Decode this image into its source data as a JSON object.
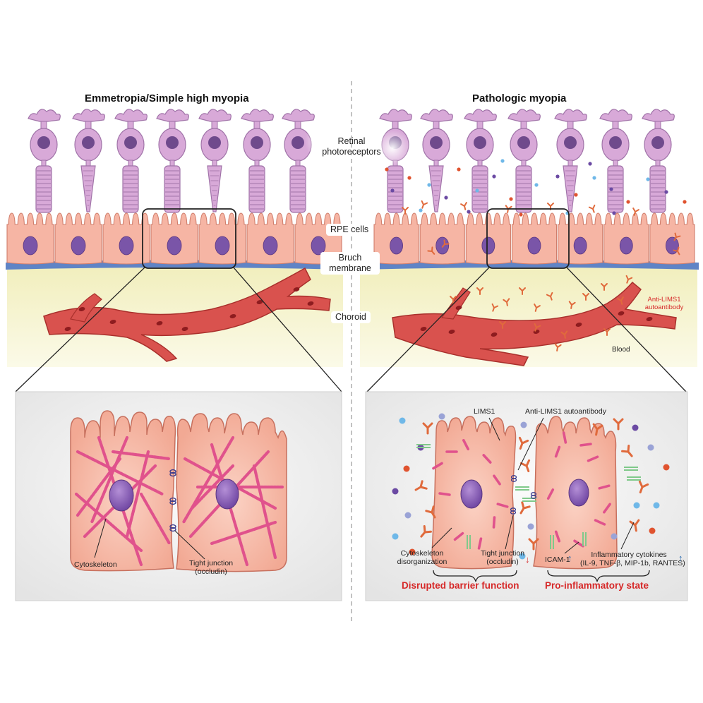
{
  "left_panel": {
    "title": "Emmetropia/Simple high myopia",
    "detail": {
      "cytoskeleton_label": "Cytoskeleton",
      "tight_junction_label": "Tight junction",
      "tight_junction_sub": "(occludin)"
    }
  },
  "right_panel": {
    "title": "Pathologic myopia",
    "anti_lims1_label": "Anti-LIMS1",
    "anti_lims1_sub": "autoantibody",
    "blood_label": "Blood",
    "detail": {
      "lims1_label": "LIMS1",
      "anti_lims1_autoantibody_label": "Anti-LIMS1 autoantibody",
      "cytoskeleton_label": "Cytoskeleton",
      "cytoskeleton_sub": "disorganization",
      "tight_junction_label": "Tight junction",
      "tight_junction_sub": "(occludin)",
      "icam_label": "ICAM-1",
      "cytokines_label": "Inflammatory cytokines",
      "cytokines_sub": "(IL-9, TNF-β, MIP-1b, RANTES)",
      "down_arrow": "↓",
      "up_arrow": "↑",
      "outcome_barrier": "Disrupted barrier function",
      "outcome_inflammatory": "Pro-inflammatory state"
    }
  },
  "center_labels": {
    "photoreceptors_line1": "Retinal",
    "photoreceptors_line2": "photoreceptors",
    "rpe": "RPE cells",
    "bruch_line1": "Bruch",
    "bruch_line2": "membrane",
    "choroid": "Choroid"
  },
  "colors": {
    "photoreceptor": "#d8a9d8",
    "photoreceptor_stroke": "#a073a8",
    "nucleus": "#6f4a8c",
    "rpe_cell": "#f6b5a4",
    "rpe_stroke": "#d07e6c",
    "rpe_nucleus": "#7a55a8",
    "bruch": "#5f84c6",
    "choroid_bg": "#f4f1c4",
    "vessel": "#d9524e",
    "vessel_dark": "#a9302c",
    "cytoskeleton": "#e0528c",
    "antibody": "#e06a3c",
    "red_text": "#d62828",
    "panel_bg": "#ececec"
  }
}
